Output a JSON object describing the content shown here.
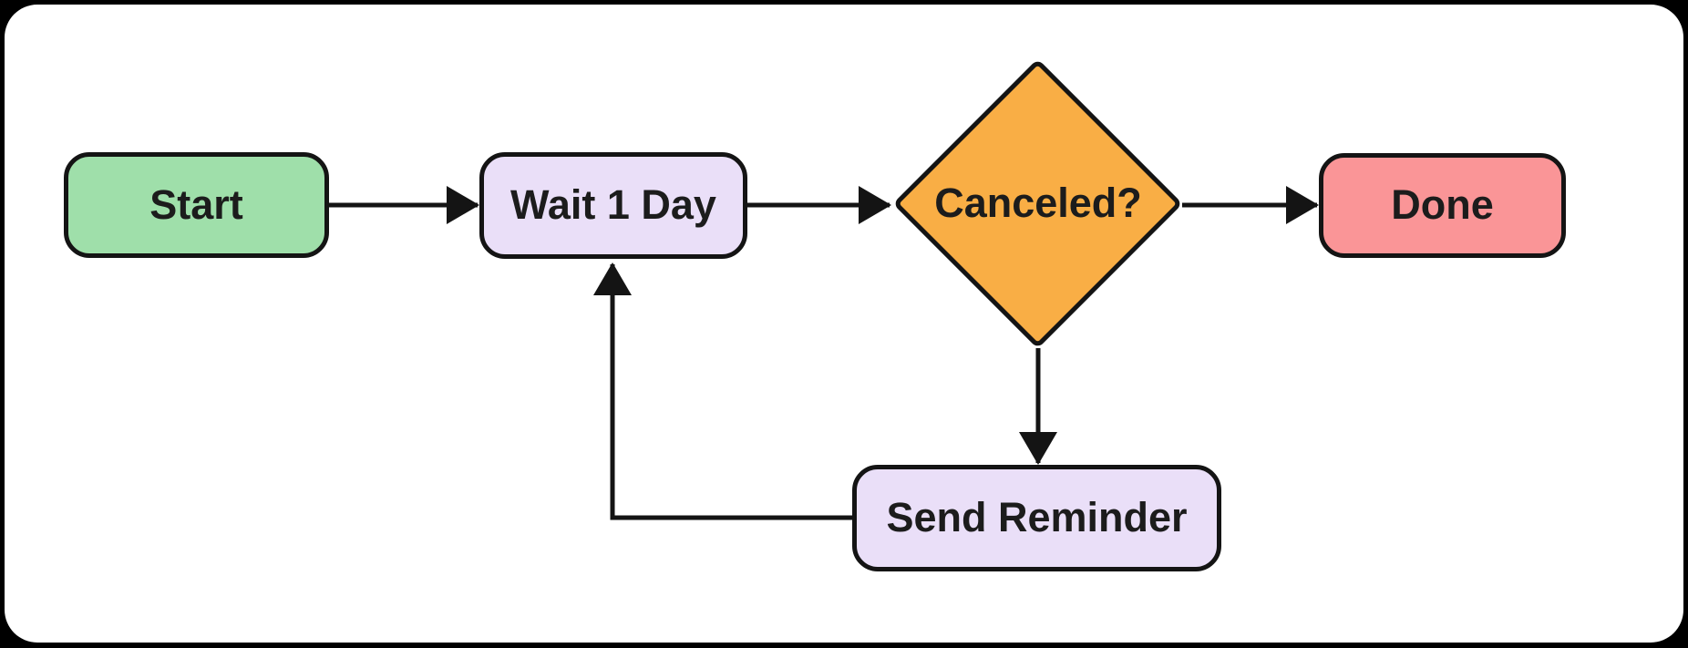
{
  "page": {
    "background_color": "#000000",
    "card_color": "#ffffff"
  },
  "flowchart": {
    "node_border_color": "#141414",
    "edge_color": "#141414",
    "text_color": "#1c1c1c",
    "nodes": {
      "start": {
        "label": "Start",
        "shape": "rounded-rectangle",
        "fill": "#9FDFAA"
      },
      "wait_1_day": {
        "label": "Wait 1 Day",
        "shape": "rounded-rectangle",
        "fill": "#EADFF8"
      },
      "canceled": {
        "label": "Canceled?",
        "shape": "diamond",
        "fill": "#F9AE45"
      },
      "done": {
        "label": "Done",
        "shape": "rounded-rectangle",
        "fill": "#FA9597"
      },
      "send_reminder": {
        "label": "Send Reminder",
        "shape": "rounded-rectangle",
        "fill": "#EADFF8"
      }
    },
    "edges": [
      {
        "from": "start",
        "to": "wait_1_day"
      },
      {
        "from": "wait_1_day",
        "to": "canceled"
      },
      {
        "from": "canceled",
        "to": "done"
      },
      {
        "from": "canceled",
        "to": "send_reminder"
      },
      {
        "from": "send_reminder",
        "to": "wait_1_day"
      }
    ]
  }
}
